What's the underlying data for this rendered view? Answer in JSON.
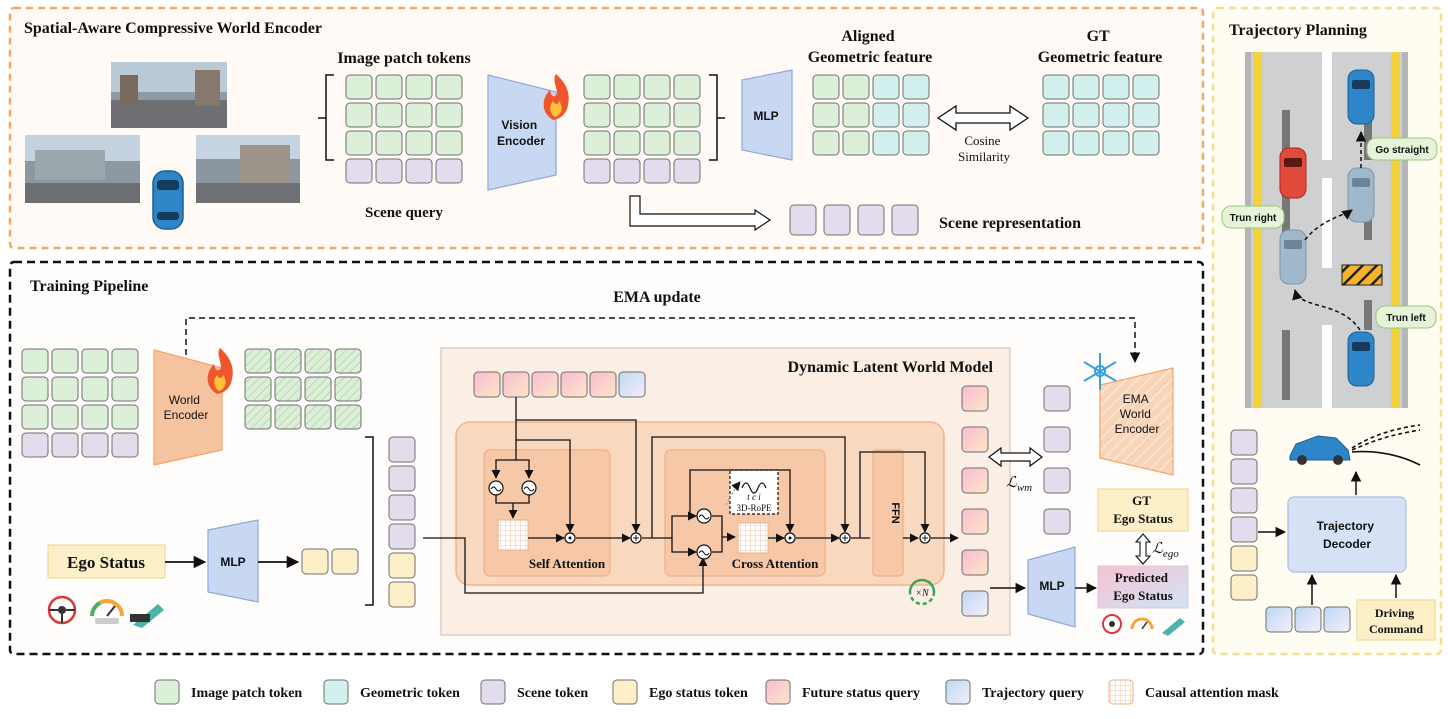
{
  "encoder_section": {
    "title": "Spatial-Aware Compressive World Encoder",
    "image_patch_tokens_label": "Image patch tokens",
    "scene_query_label": "Scene query",
    "vision_encoder_label": [
      "Vision",
      "Encoder"
    ],
    "mlp_label": "MLP",
    "aligned_label": [
      "Aligned",
      "Geometric feature"
    ],
    "gt_label": [
      "GT",
      "Geometric feature"
    ],
    "cosine_label": [
      "Cosine",
      "Similarity"
    ],
    "scene_representation_label": "Scene representation"
  },
  "training_section": {
    "title": "Training Pipeline",
    "ema_update_label": "EMA update",
    "world_encoder_label": [
      "World",
      "Encoder"
    ],
    "ego_status_label": "Ego Status",
    "mlp_label": "MLP",
    "dlwm_title": "Dynamic Latent World Model",
    "self_attention_label": "Self Attention",
    "cross_attention_label": "Cross Attention",
    "rope_label": "3D-RoPE",
    "rope_axes": "t c i",
    "ffn_label": "FFN",
    "repeat_label": "×N",
    "loss_wm": "ℒ",
    "loss_wm_sub": "wm",
    "loss_ego": "ℒ",
    "loss_ego_sub": "ego",
    "ema_world_encoder_label": [
      "EMA",
      "World",
      "Encoder"
    ],
    "gt_ego_status_label": [
      "GT",
      "Ego Status"
    ],
    "predicted_ego_status_label": [
      "Predicted",
      "Ego Status"
    ],
    "mlp2_label": "MLP"
  },
  "planning_section": {
    "title": "Trajectory Planning",
    "go_straight": "Go straight",
    "turn_right": "Trun right",
    "turn_left": "Trun left",
    "trajectory_decoder_label": [
      "Trajectory",
      "Decoder"
    ],
    "driving_command_label": [
      "Driving",
      "Command"
    ]
  },
  "legend": [
    {
      "label": "Image patch token",
      "color": "#dcefd8"
    },
    {
      "label": "Geometric token",
      "color": "#d2f0ee"
    },
    {
      "label": "Scene token",
      "color": "#e3dcec"
    },
    {
      "label": "Ego status token",
      "color": "#fdf0c8"
    },
    {
      "label": "Future status query",
      "color": "#f7c9d4"
    },
    {
      "label": "Trajectory query",
      "color": "#d7e6f6"
    },
    {
      "label": "Causal attention mask",
      "color": "#f6d3bd"
    }
  ],
  "colors": {
    "image_patch": "#dcefd8",
    "geometric": "#d2f0ee",
    "scene": "#e3dcec",
    "ego": "#fdf0c8",
    "encoder_blue": "#c9d8f2",
    "encoder_orange": "#f6c3a1",
    "encoder_border": "#f2a56c",
    "dashed_orange": "#f2a968",
    "dashed_yellow": "#f2e08f"
  }
}
